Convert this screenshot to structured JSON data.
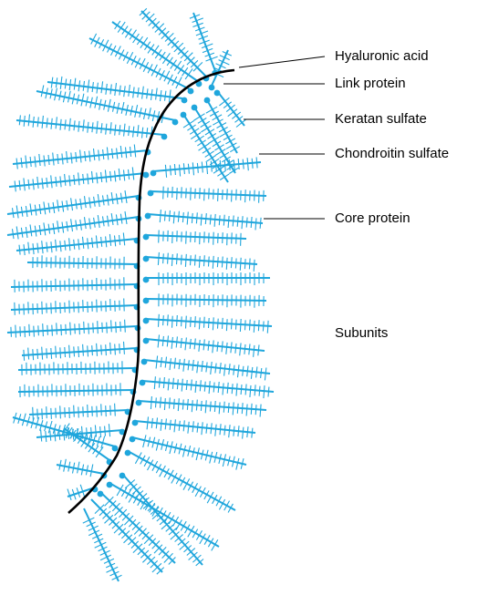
{
  "labels": {
    "hyaluronic_acid": "Hyaluronic acid",
    "link_protein": "Link protein",
    "keratan_sulfate": "Keratan sulfate",
    "chondroitin_sulfate": "Chondroitin sulfate",
    "core_protein": "Core protein",
    "subunits": "Subunits"
  },
  "colors": {
    "subunit": "#1fa6dc",
    "backbone": "#000000",
    "text": "#000000"
  }
}
